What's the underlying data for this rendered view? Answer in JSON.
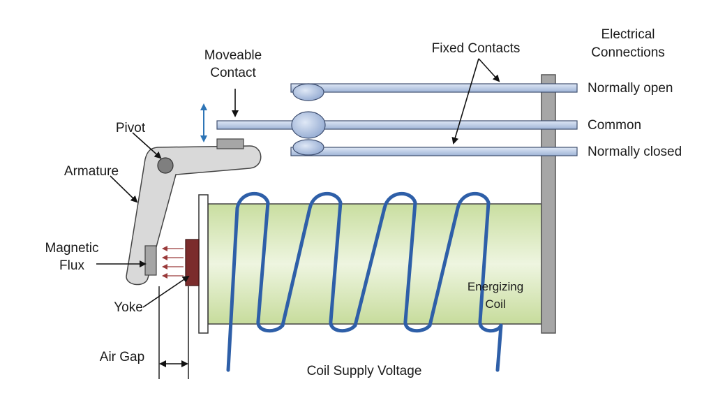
{
  "labels": {
    "moveable_contact_1": "Moveable",
    "moveable_contact_2": "Contact",
    "fixed_contacts": "Fixed Contacts",
    "electrical_connections_1": "Electrical",
    "electrical_connections_2": "Connections",
    "normally_open": "Normally open",
    "common": "Common",
    "normally_closed": "Normally closed",
    "pivot": "Pivot",
    "armature": "Armature",
    "magnetic_flux_1": "Magnetic",
    "magnetic_flux_2": "Flux",
    "yoke": "Yoke",
    "air_gap": "Air Gap",
    "energizing_coil_1": "Energizing",
    "energizing_coil_2": "Coil",
    "coil_supply_voltage": "Coil Supply Voltage"
  },
  "colors": {
    "contact_blade": "#b4c6e7",
    "contact_stroke": "#3f4f70",
    "coil_body": "#d6e8b4",
    "coil_wire": "#2e5fa8",
    "armature": "#d9d9d9",
    "support_bar": "#a6a6a6",
    "yoke": "#7b2c2c",
    "flux_arrow": "#9a3a3a",
    "motion_arrow": "#2e75b6"
  }
}
